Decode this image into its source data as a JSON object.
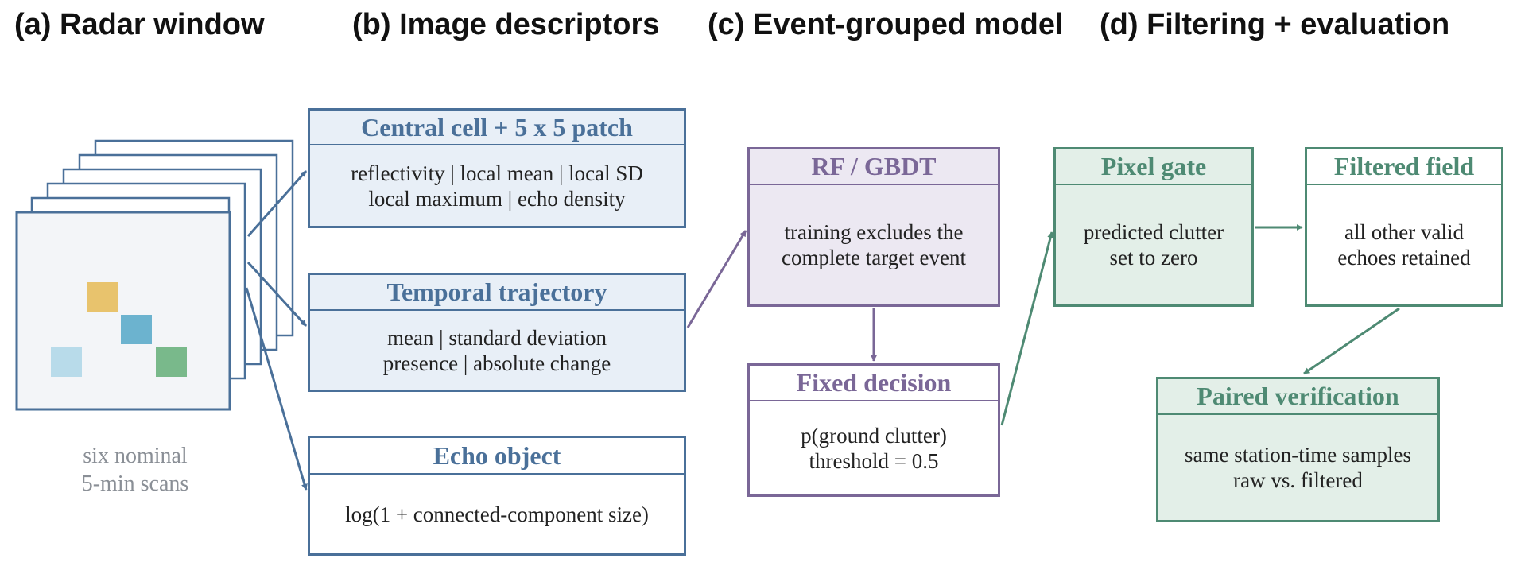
{
  "sections": {
    "a": "(a) Radar window",
    "b": "(b) Image descriptors",
    "c": "(c) Event-grouped model",
    "d": "(d) Filtering + evaluation"
  },
  "radar": {
    "caption_line1": "six nominal",
    "caption_line2": "5-min scans",
    "cell_colors": [
      "#e8c36d",
      "#6cb3cf",
      "#b8dbea",
      "#79b98b"
    ]
  },
  "descriptors": {
    "central": {
      "title": "Central cell + 5 x 5 patch",
      "line1": "reflectivity | local mean | local SD",
      "line2": "local maximum | echo density"
    },
    "temporal": {
      "title": "Temporal trajectory",
      "line1": "mean | standard deviation",
      "line2": "presence | absolute change"
    },
    "echo": {
      "title": "Echo object",
      "line1": "log(1 + connected-component size)"
    }
  },
  "model": {
    "rf": {
      "title": "RF / GBDT",
      "line1": "training excludes the",
      "line2": "complete target event"
    },
    "decision": {
      "title": "Fixed decision",
      "line1": "p(ground clutter)",
      "line2": "threshold = 0.5"
    }
  },
  "filtering": {
    "pixel_gate": {
      "title": "Pixel gate",
      "line1": "predicted clutter",
      "line2": "set to zero"
    },
    "filtered_field": {
      "title": "Filtered field",
      "line1": "all other valid",
      "line2": "echoes retained"
    },
    "paired": {
      "title": "Paired verification",
      "line1": "same station-time samples",
      "line2": "raw vs. filtered"
    }
  },
  "colors": {
    "blue": "#4a7099",
    "blue_fill": "#e8eff7",
    "purple": "#7a6797",
    "purple_fill": "#ece8f2",
    "green": "#4e8a73",
    "green_fill": "#e3efe8",
    "scan_fill": "#f3f5f8"
  }
}
